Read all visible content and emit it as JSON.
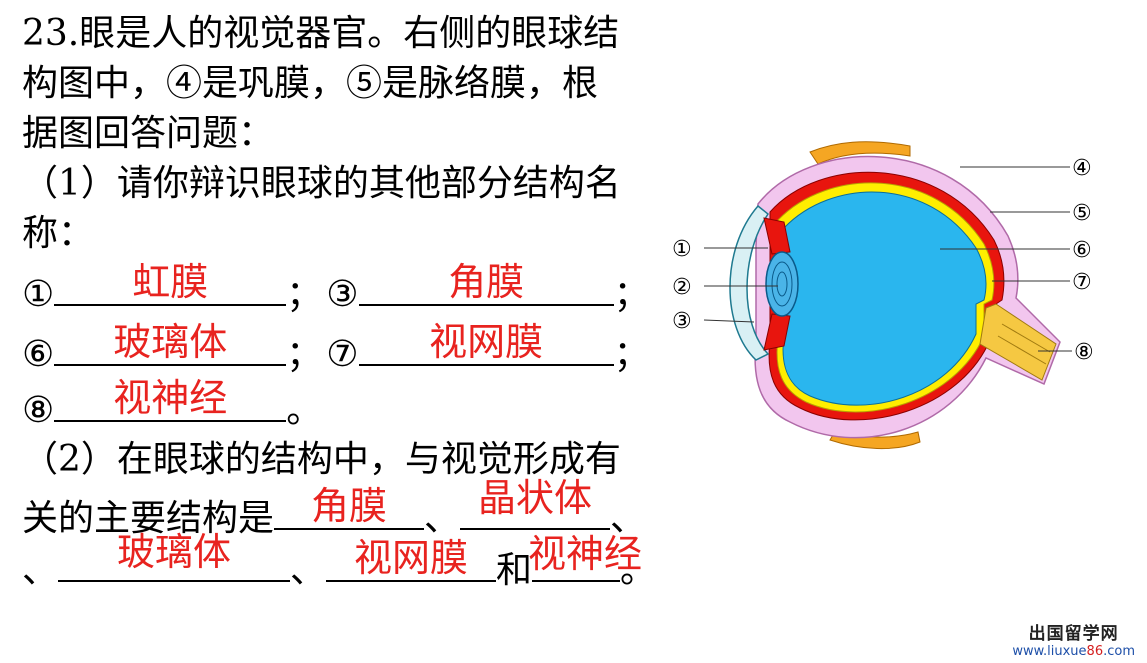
{
  "question": {
    "line1": "23.眼是人的视觉器官。右侧的眼球结",
    "line2": "构图中，④是巩膜，⑤是脉络膜，根",
    "line3": "据图回答问题：",
    "part1_line1": "（1）请你辩识眼球的其他部分结构名",
    "part1_line2": "称：",
    "part2_line1": "（2）在眼球的结构中，与视觉形成有",
    "part2_line2": "关的主要结构是"
  },
  "blanks": {
    "n1": "①",
    "a1": "虹膜",
    "n3": "③",
    "a3": "角膜",
    "n6": "⑥",
    "a6": "玻璃体",
    "n7": "⑦",
    "a7": "视网膜",
    "n8": "⑧",
    "a8": "视神经",
    "p2_a": "角膜",
    "p2_b": "晶状体",
    "p2_c": "玻璃体",
    "p2_d": "视网膜",
    "p2_e": "视神经"
  },
  "punct": {
    "semi": "；",
    "period": "。",
    "comma": "、",
    "and": "和"
  },
  "diagram_labels": [
    "①",
    "②",
    "③",
    "④",
    "⑤",
    "⑥",
    "⑦",
    "⑧"
  ],
  "colors": {
    "answer": "#e8231f",
    "sclera": "#f2c6ee",
    "choroid": "#e8150e",
    "retina": "#ffee00",
    "vitreous": "#2ab6ee",
    "lens": "#4ab4e8"
  },
  "watermark": {
    "title": "出国留学网",
    "url_a": "www.liuxue",
    "url_b": "86",
    "url_c": ".com"
  }
}
